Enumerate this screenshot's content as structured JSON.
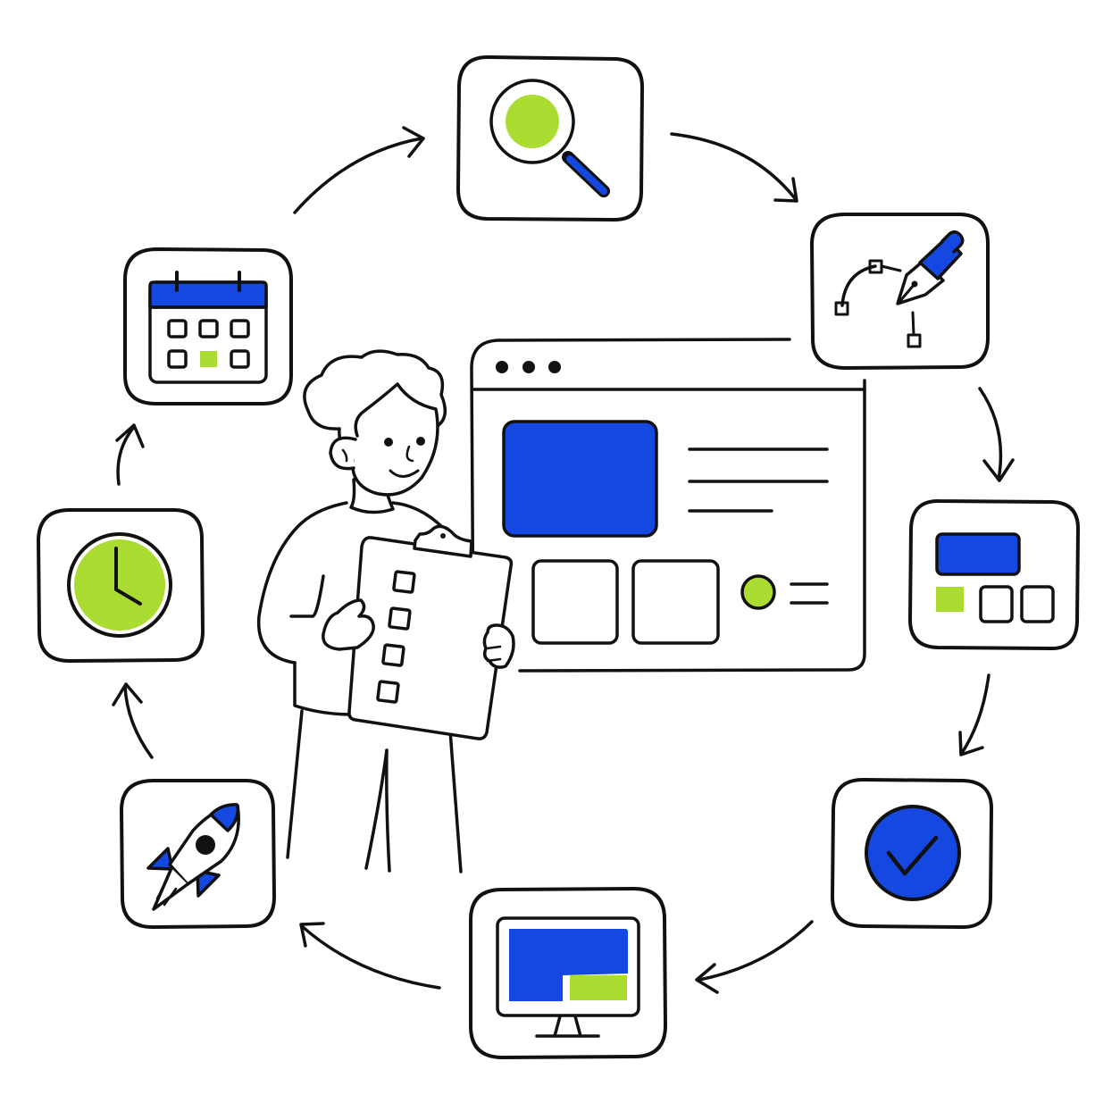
{
  "colors": {
    "ink": "#111111",
    "blue": "#1448e0",
    "green": "#aadc32",
    "background": "#ffffff"
  },
  "cycle": {
    "steps": [
      {
        "id": "research",
        "icon": "magnifier-icon"
      },
      {
        "id": "design",
        "icon": "pen-tool-icon"
      },
      {
        "id": "layout",
        "icon": "layout-blocks-icon"
      },
      {
        "id": "review",
        "icon": "checkmark-circle-icon"
      },
      {
        "id": "build",
        "icon": "monitor-icon"
      },
      {
        "id": "launch",
        "icon": "rocket-icon"
      },
      {
        "id": "timing",
        "icon": "clock-icon"
      },
      {
        "id": "schedule",
        "icon": "calendar-icon"
      }
    ],
    "arrows": 8
  },
  "center": {
    "browser_icon": "browser-window-icon",
    "person_icon": "person-with-clipboard-icon",
    "clipboard_checkboxes": 4
  }
}
